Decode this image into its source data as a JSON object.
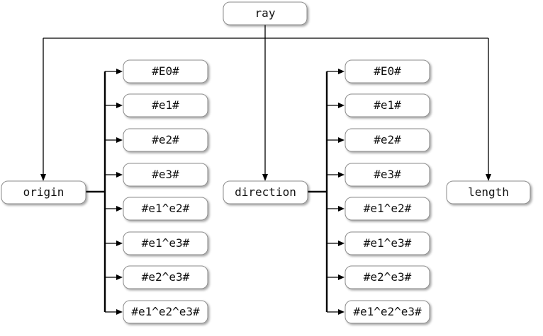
{
  "diagram": {
    "root": "ray",
    "children": [
      "origin",
      "direction",
      "length"
    ],
    "origin_members": [
      "#E0#",
      "#e1#",
      "#e2#",
      "#e3#",
      "#e1^e2#",
      "#e1^e3#",
      "#e2^e3#",
      "#e1^e2^e3#"
    ],
    "direction_members": [
      "#E0#",
      "#e1#",
      "#e2#",
      "#e3#",
      "#e1^e2#",
      "#e1^e3#",
      "#e2^e3#",
      "#e1^e2^e3#"
    ]
  }
}
